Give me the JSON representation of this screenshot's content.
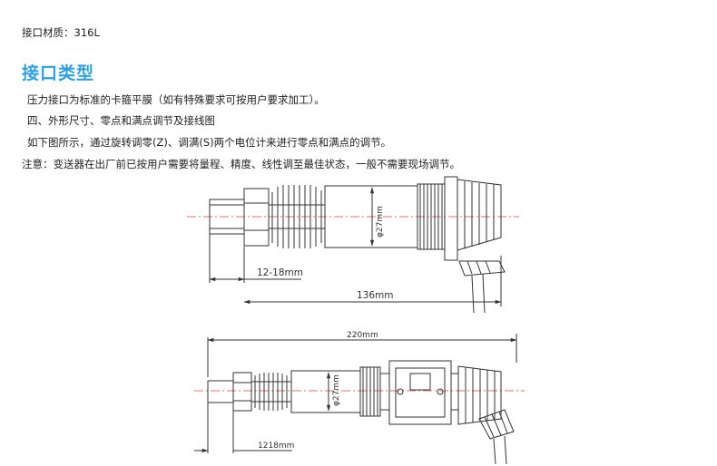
{
  "material_line": "接口材质：316L",
  "section_title": "接口类型",
  "paragraphs": [
    "压力接口为标准的卡箍平膜（如有特殊要求可按用户要求加工）。",
    "四、外形尺寸、零点和满点调节及接线图",
    "如下图所示，通过旋转调零(Z)、调满(S)两个电位计来进行零点和满点的调节。",
    "注意：变送器在出厂前已按用户需要将量程、精度、线性调至最佳状态，一般不需要现场调节。"
  ],
  "drawing1": {
    "label_thread": "12-18mm",
    "label_length": "136mm",
    "label_diameter": "φ27mm"
  },
  "drawing2": {
    "label_overall": "220mm",
    "label_thread": "1218mm",
    "label_diameter": "φ27mm"
  }
}
